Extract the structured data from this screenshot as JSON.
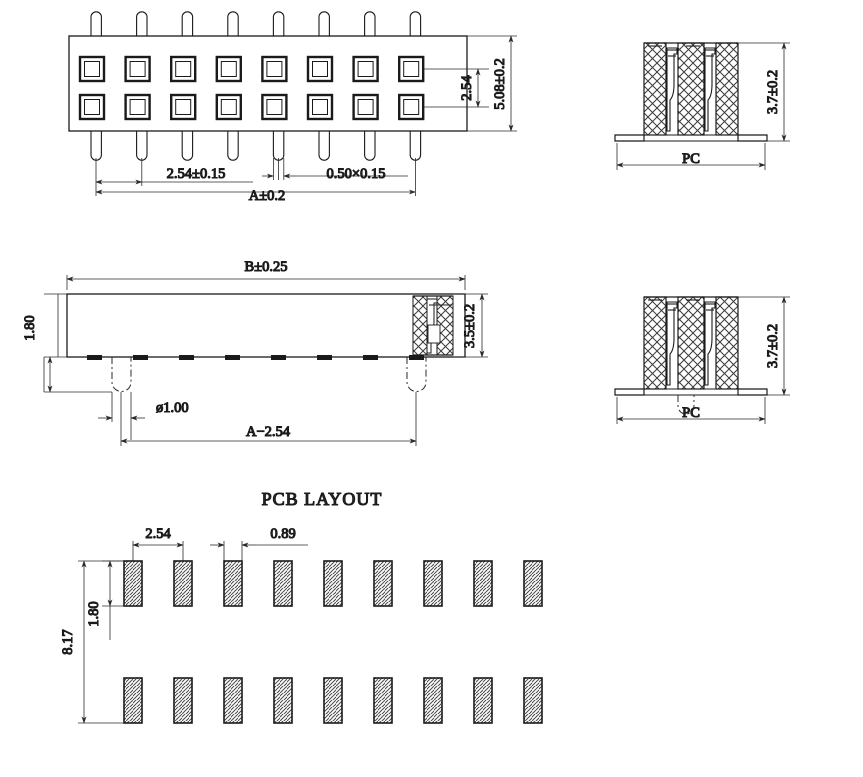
{
  "drawing": {
    "title": "Connector mechanical drawing",
    "line_color": "#1a1a1a",
    "text_color": "#2b2b2b",
    "hatch_color": "#555555"
  },
  "views": {
    "top_view": {
      "name": "top-view",
      "pin_columns": 8,
      "pin_rows": 2,
      "dimensions": {
        "row_pitch": "2.54",
        "body_height": "5.08±0.2",
        "pin_pitch": "2.54±0.15",
        "pin_section": "0.50×0.15",
        "overall_length": "A±0.2"
      }
    },
    "front_view": {
      "name": "front-view",
      "dimensions": {
        "overall_length": "B±0.25",
        "body_height": "3.5±0.2",
        "standoff": "1.80",
        "hole_diameter": "ø1.00",
        "pin_span": "A−2.54"
      }
    },
    "side_view_top": {
      "name": "side-view-top",
      "dimensions": {
        "height": "3.7±0.2",
        "width_label": "PC"
      }
    },
    "side_view_bottom": {
      "name": "side-view-bottom",
      "dimensions": {
        "height": "3.7±0.2",
        "width_label": "PC"
      }
    },
    "pcb_layout": {
      "name": "pcb-layout",
      "title": "PCB LAYOUT",
      "pad_columns": 9,
      "pad_rows": 2,
      "dimensions": {
        "pad_pitch": "2.54",
        "pad_width": "0.89",
        "row_spacing": "8.17",
        "pad_height": "1.80"
      }
    }
  }
}
